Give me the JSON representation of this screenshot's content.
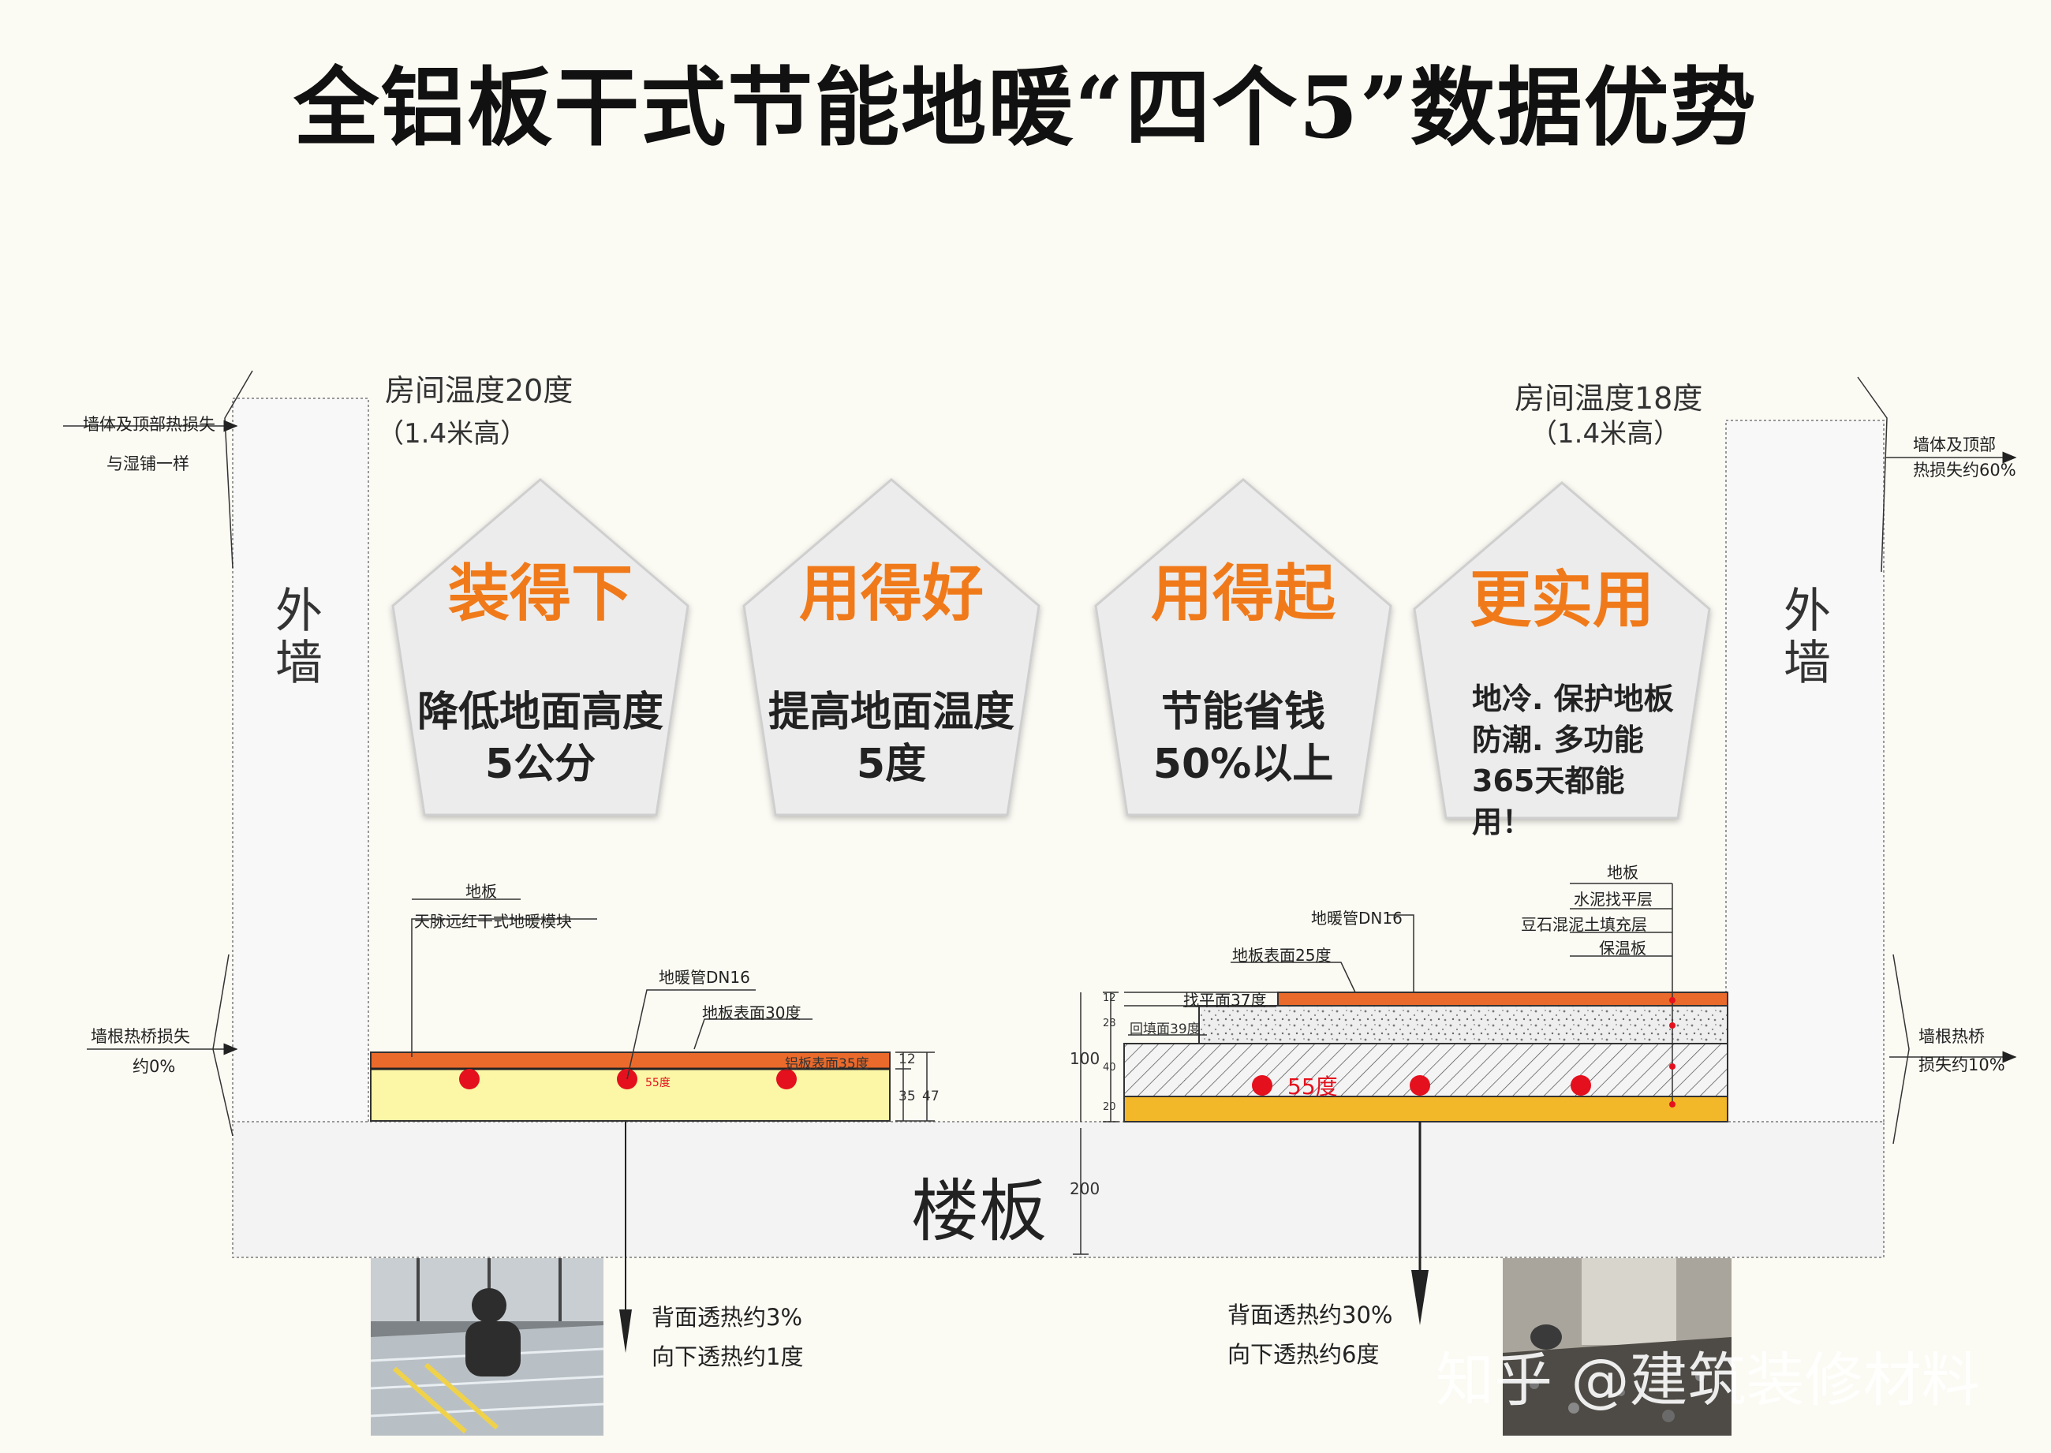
{
  "title": "全铝板干式节能地暖“四个5”数据优势",
  "left": {
    "room_temp": "房间温度20度",
    "room_height": "（1.4米高）",
    "wall": "外墙",
    "wall_loss_1": "墙体及顶部热损失",
    "wall_loss_2": "与湿铺一样",
    "root_loss_1": "墙根热桥损失",
    "root_loss_2": "约0%",
    "layer_floor": "地板",
    "layer_module": "天脉远红干式地暖模块",
    "pipe": "地暖管DN16",
    "surface_temp": "地板表面30度",
    "al_temp": "铝板表面35度",
    "water_temp": "55度",
    "dims": [
      "12",
      "35",
      "47"
    ],
    "caption_1": "背面透热约3%",
    "caption_2": "向下透热约1度"
  },
  "right": {
    "room_temp": "房间温度18度",
    "room_height": "（1.4米高）",
    "wall": "外墙",
    "wall_loss_1": "墙体及顶部",
    "wall_loss_2": "热损失约60%",
    "root_loss_1": "墙根热桥",
    "root_loss_2": "损失约10%",
    "layers": [
      "地板",
      "水泥找平层",
      "豆石混泥土填充层",
      "保温板"
    ],
    "pipe": "地暖管DN16",
    "surface_temp": "地板表面25度",
    "level_temp": "找平面37度",
    "fill_temp": "回填面39度",
    "water_temp": "55度",
    "dims": [
      "12",
      "28",
      "40",
      "20",
      "100"
    ],
    "caption_1": "背面透热约30%",
    "caption_2": "向下透热约6度"
  },
  "slab": {
    "label": "楼板",
    "dim": "200"
  },
  "pentagons": [
    {
      "title": "装得下",
      "body": "降低地面高度5公分"
    },
    {
      "title": "用得好",
      "body": "提高地面温度5度"
    },
    {
      "title": "用得起",
      "body": "节能省钱50%以上"
    },
    {
      "title": "更实用",
      "body": "地冷. 保护地板防潮. 多功能365天都能用！"
    }
  ],
  "watermark": "知乎 @建筑装修材料",
  "colors": {
    "accent": "#f07a1a",
    "module": "#fbf7a6",
    "dot": "#e5101d",
    "insulation": "#f3b829",
    "topLayer": "#ea6a2b"
  }
}
